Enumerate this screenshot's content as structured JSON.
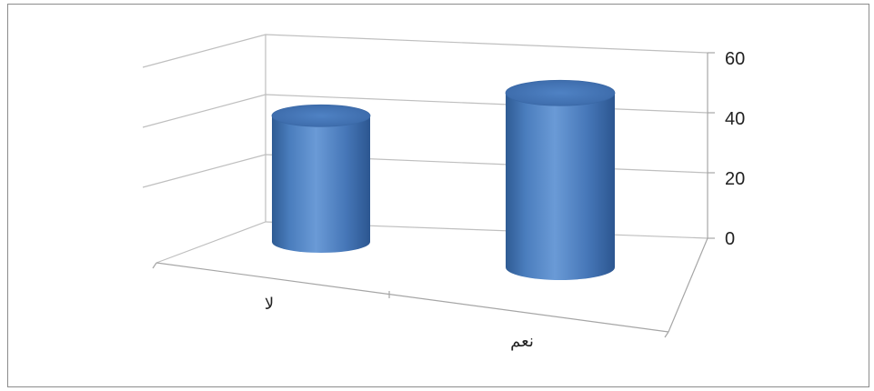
{
  "chart_data": {
    "type": "bar",
    "bar_shape": "cylinder-3d",
    "categories": [
      "لا",
      "نعم"
    ],
    "values": [
      43,
      57
    ],
    "ylim": [
      0,
      60
    ],
    "yticks": [
      "0",
      "20",
      "40",
      "60"
    ],
    "grid": true,
    "bar_color": "#4f81bd"
  }
}
